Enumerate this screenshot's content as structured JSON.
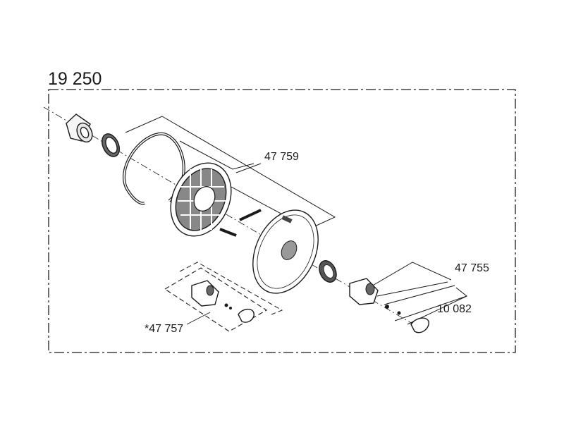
{
  "title": "19 250",
  "callouts": {
    "rosette_set": "47 759",
    "handle_set": "47 755",
    "cap": "10 082",
    "alt_handle_set": "*47 757"
  }
}
